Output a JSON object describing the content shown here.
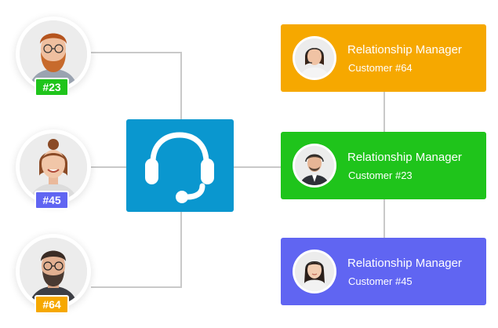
{
  "customers": [
    {
      "id": "#23",
      "badge_color": "#1fc41b"
    },
    {
      "id": "#45",
      "badge_color": "#6065f2"
    },
    {
      "id": "#64",
      "badge_color": "#f6a800"
    }
  ],
  "hub": {
    "icon": "headset-icon",
    "color": "#0a97cf"
  },
  "managers": [
    {
      "role": "Relationship Manager",
      "customer": "Customer #64",
      "color": "#f6a800"
    },
    {
      "role": "Relationship Manager",
      "customer": "Customer #23",
      "color": "#1fc41b"
    },
    {
      "role": "Relationship Manager",
      "customer": "Customer #45",
      "color": "#6065f2"
    }
  ],
  "connector_color": "#c9c9c9"
}
